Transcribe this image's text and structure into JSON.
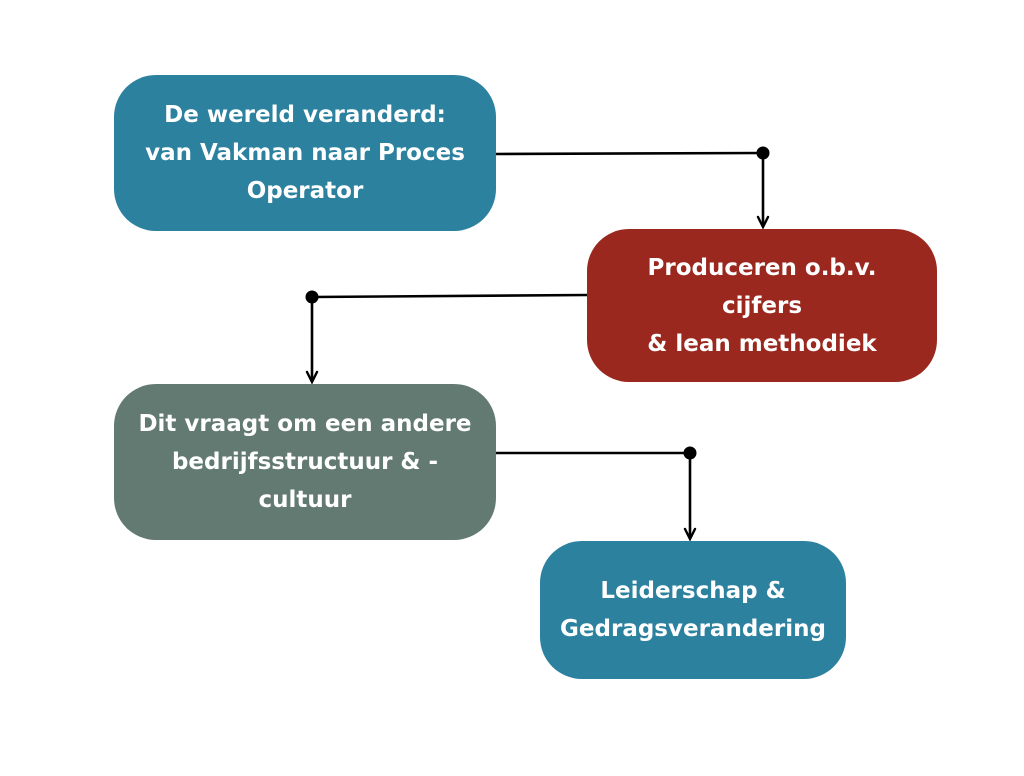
{
  "colors": {
    "teal": "#2b819e",
    "red": "#9a281e",
    "grey_green": "#637a72",
    "connector": "#000000",
    "text": "#ffffff"
  },
  "nodes": [
    {
      "id": "node1",
      "color": "#2b819e",
      "lines": [
        "De wereld veranderd:",
        "van Vakman naar Proces",
        "Operator"
      ]
    },
    {
      "id": "node2",
      "color": "#9a281e",
      "lines": [
        "Produceren o.b.v. cijfers",
        "& lean methodiek"
      ]
    },
    {
      "id": "node3",
      "color": "#637a72",
      "lines": [
        "Dit vraagt om een andere",
        "bedrijfsstructuur & -cultuur"
      ]
    },
    {
      "id": "node4",
      "color": "#2b819e",
      "lines": [
        "Leiderschap &",
        "Gedragsverandering"
      ]
    }
  ],
  "edges": [
    {
      "from": "node1",
      "to": "node2"
    },
    {
      "from": "node2",
      "to": "node3"
    },
    {
      "from": "node3",
      "to": "node4"
    }
  ]
}
